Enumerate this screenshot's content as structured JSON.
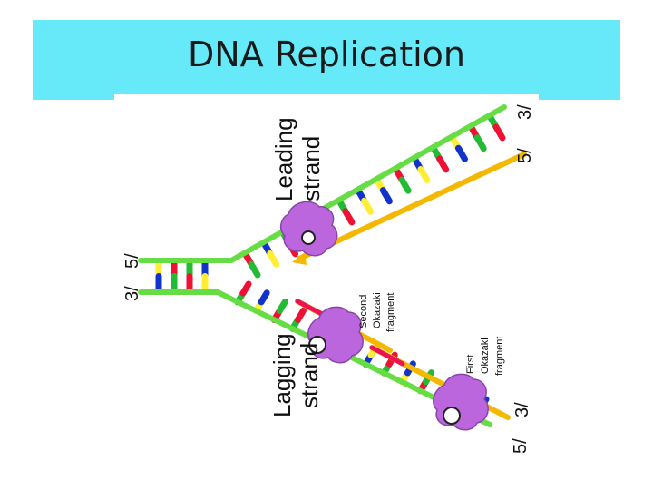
{
  "title": "DNA Replication",
  "labels": {
    "leading_line1": "Leading",
    "leading_line2": "strand",
    "lagging_line1": "Lagging",
    "lagging_line2": "strand",
    "second_okazaki_1": "Second",
    "second_okazaki_2": "Okazaki",
    "second_okazaki_3": "fragment",
    "first_okazaki_1": "First",
    "first_okazaki_2": "Okazaki",
    "first_okazaki_3": "fragment",
    "left_5": "5/",
    "left_3": "3/",
    "top_3": "3/",
    "top_5": "5/",
    "bottom_3": "3/",
    "bottom_5": "5/"
  },
  "colors": {
    "title_band": "#66e9f9",
    "backbone": "#66dd44",
    "new_strand": "#f5b800",
    "primer": "#ee1155",
    "enzyme": "#bb66dd",
    "base_red": "#ee1133",
    "base_blue": "#1133cc",
    "base_green": "#22bb33",
    "base_yellow": "#ffee33"
  }
}
